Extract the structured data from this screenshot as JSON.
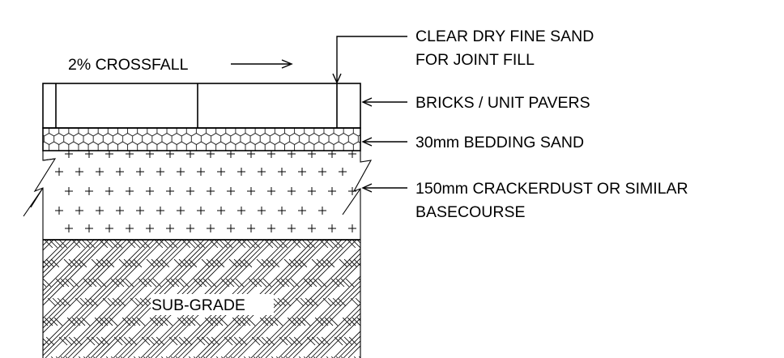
{
  "labels": {
    "joint_fill_line1": "CLEAR DRY FINE SAND",
    "joint_fill_line2": "FOR JOINT FILL",
    "crossfall": "2% CROSSFALL",
    "pavers": "BRICKS / UNIT PAVERS",
    "bedding": "30mm BEDDING SAND",
    "basecourse_line1": "150mm CRACKERDUST OR SIMILAR",
    "basecourse_line2": "BASECOURSE",
    "subgrade": "SUB-GRADE"
  },
  "colors": {
    "line": "#000000",
    "background": "#ffffff"
  }
}
